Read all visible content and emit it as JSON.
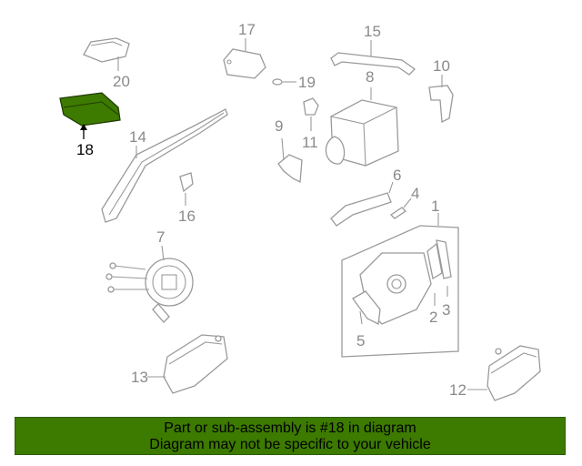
{
  "callouts": {
    "c1": "1",
    "c2": "2",
    "c3": "3",
    "c4": "4",
    "c5": "5",
    "c6": "6",
    "c7": "7",
    "c8": "8",
    "c9": "9",
    "c10": "10",
    "c11": "11",
    "c12": "12",
    "c13": "13",
    "c14": "14",
    "c15": "15",
    "c16": "16",
    "c17": "17",
    "c18": "18",
    "c19": "19",
    "c20": "20"
  },
  "highlighted_part": "18",
  "colors": {
    "highlight_fill": "#3d7a00",
    "banner_background": "#3d7a00",
    "part_line": "#9a9a9a",
    "callout_text": "#8a8a8a"
  },
  "banner": {
    "line1": "Part or sub-assembly is #18 in diagram",
    "line2": "Diagram may not be specific to your vehicle"
  }
}
